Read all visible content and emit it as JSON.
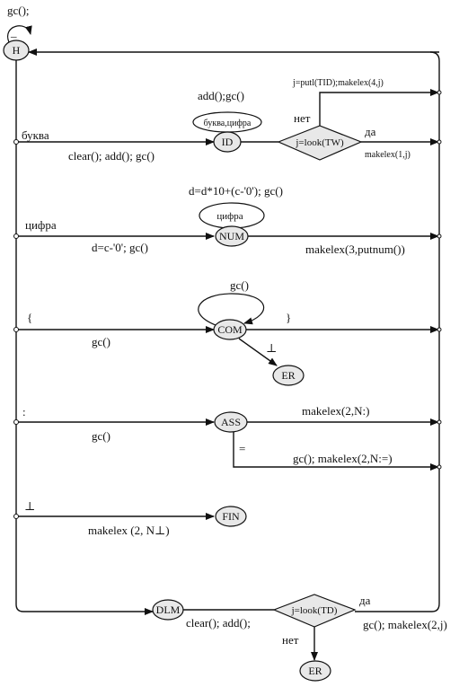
{
  "top_label": "gc();",
  "start_loop_label": "_",
  "nodes": {
    "H": "H",
    "ID": "ID",
    "NUM": "NUM",
    "COM": "COM",
    "ER1": "ER",
    "ASS": "ASS",
    "FIN": "FIN",
    "DLM": "DLM",
    "ER2": "ER"
  },
  "decisions": {
    "tw": "j=look(TW)",
    "td": "j=look(TD)"
  },
  "labels": {
    "id_loop_action": "add();gc()",
    "id_loop_cond": "буква,цифра",
    "id_putl": "j=putl(TID);makelex(4,j)",
    "id_no": "нет",
    "id_yes": "да",
    "id_makelex": "makelex(1,j)",
    "branch_bukva": "буква",
    "bukva_action": "clear(); add(); gc()",
    "num_loop_action": "d=d*10+(c-'0'); gc()",
    "num_loop_cond": "цифра",
    "branch_cifra": "цифра",
    "cifra_action": "d=c-'0'; gc()",
    "num_makelex": "makelex(3,putnum())",
    "com_loop_action": "gc()",
    "branch_brace_open": "{",
    "brace_close": "}",
    "com_action": "gc()",
    "com_err": "⊥",
    "branch_colon": ":",
    "colon_action": "gc()",
    "ass_makelex": "makelex(2,N:)",
    "ass_eq": "=",
    "ass_eq_action": "gc(); makelex(2,N:=)",
    "branch_end": "⊥",
    "fin_action": "makelex (2, N⊥)",
    "dlm_action": "clear(); add();",
    "td_yes": "да",
    "td_action": "gc(); makelex(2,j)",
    "td_no": "нет"
  }
}
